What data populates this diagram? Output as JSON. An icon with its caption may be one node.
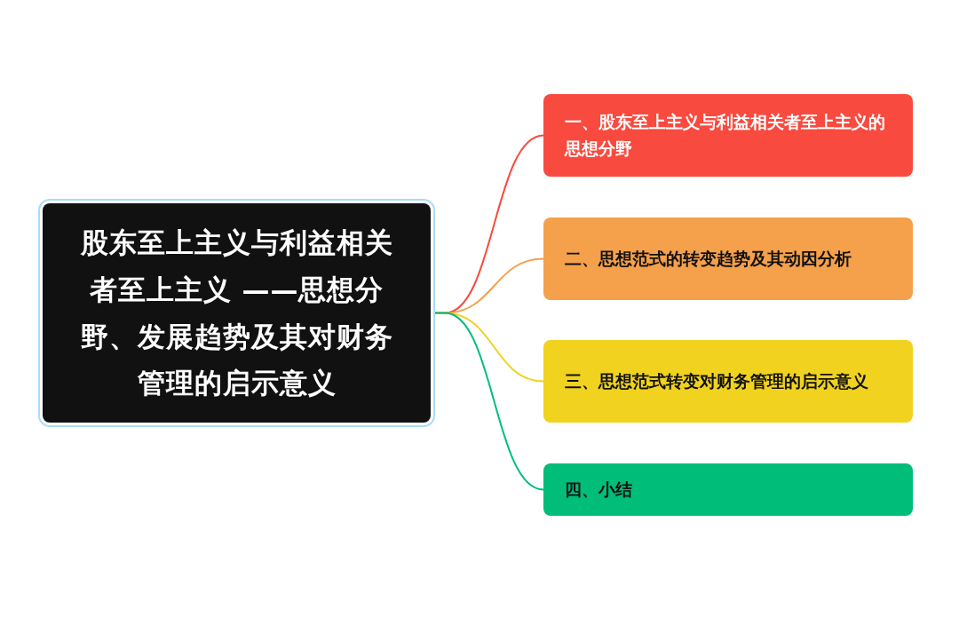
{
  "diagram": {
    "nodes": [
      {
        "text": [
          "股东至上主义与利益相关者至上主义 ——思想分野、发展趋势及其对财务管理的启示意义"
        ]
      },
      {
        "text": [
          "一、股东至上主义与利益相关者至上主义的思想分野"
        ]
      },
      {
        "text": [
          "二、思想范式的转变趋势及其动因分析"
        ]
      },
      {
        "text": [
          "三、思想范式转变对财务管理的启示意义"
        ]
      },
      {
        "text": [
          "四、小结"
        ]
      }
    ],
    "edges": [
      {
        "from": 0,
        "to": 1,
        "arrow": "none",
        "color": "#f94a3f"
      },
      {
        "from": 0,
        "to": 2,
        "arrow": "none",
        "color": "#f5a04b"
      },
      {
        "from": 0,
        "to": 3,
        "arrow": "none",
        "color": "#f0d21f"
      },
      {
        "from": 0,
        "to": 4,
        "arrow": "none",
        "color": "#00bd7a"
      }
    ]
  }
}
